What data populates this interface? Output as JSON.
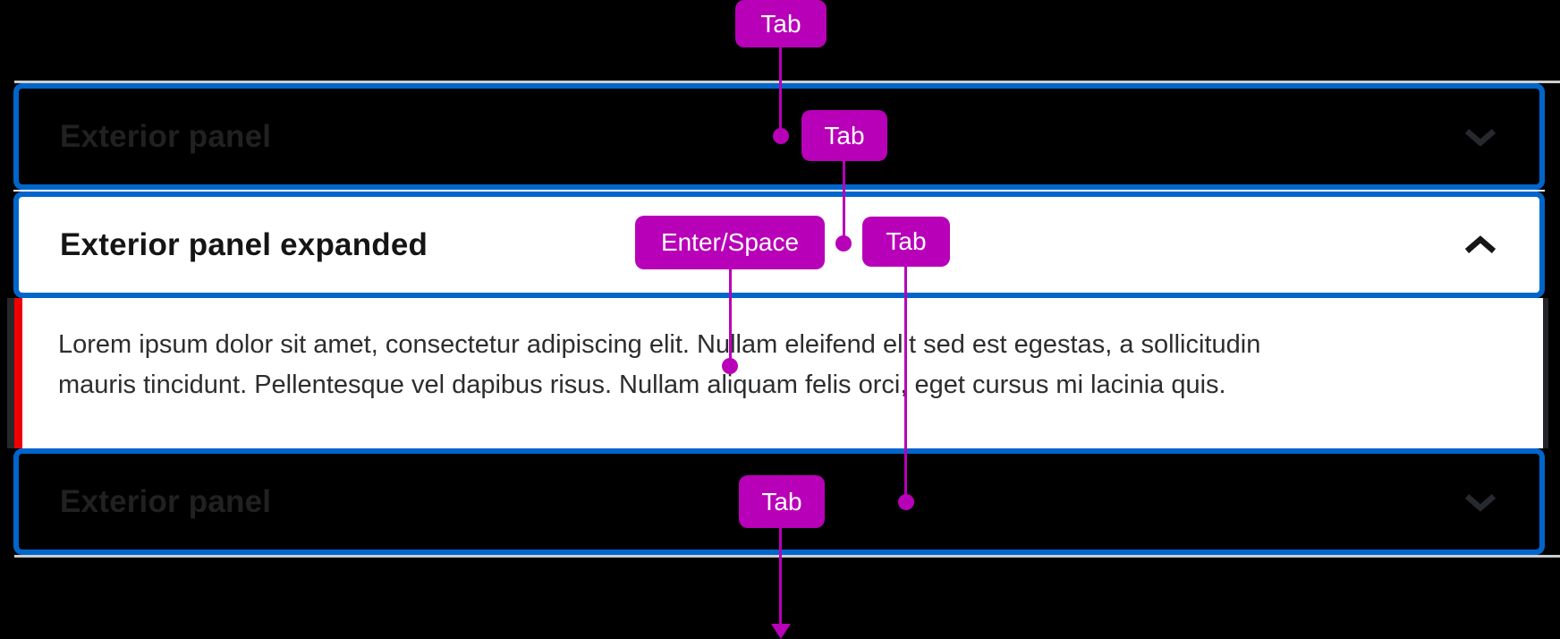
{
  "accordion": {
    "panels": [
      {
        "label": "Exterior panel",
        "state": "collapsed",
        "chevron_icon": "chevron-down"
      },
      {
        "label": "Exterior panel expanded",
        "state": "expanded",
        "chevron_icon": "chevron-up"
      },
      {
        "label": "Exterior panel",
        "state": "collapsed",
        "chevron_icon": "chevron-down"
      }
    ],
    "expanded_content_lines": [
      "Lorem ipsum dolor sit amet, consectetur adipiscing elit. Nullam eleifend elit sed est egestas, a sollicitudin",
      "mauris tincidunt. Pellentesque vel dapibus risus. Nullam aliquam felis orci, eget cursus mi lacinia quis."
    ]
  },
  "keyboard_annotations": {
    "badges": [
      {
        "label": "Tab"
      },
      {
        "label": "Tab"
      },
      {
        "label": "Enter/Space"
      },
      {
        "label": "Tab"
      },
      {
        "label": "Tab"
      }
    ]
  },
  "colors": {
    "focus_ring_blue": "#0066cc",
    "key_badge_magenta": "#b800b8",
    "expanded_accent_red": "#ee0000",
    "divider_gray": "#cdcdcd",
    "panel_background": "#000000",
    "expanded_background": "#ffffff"
  }
}
